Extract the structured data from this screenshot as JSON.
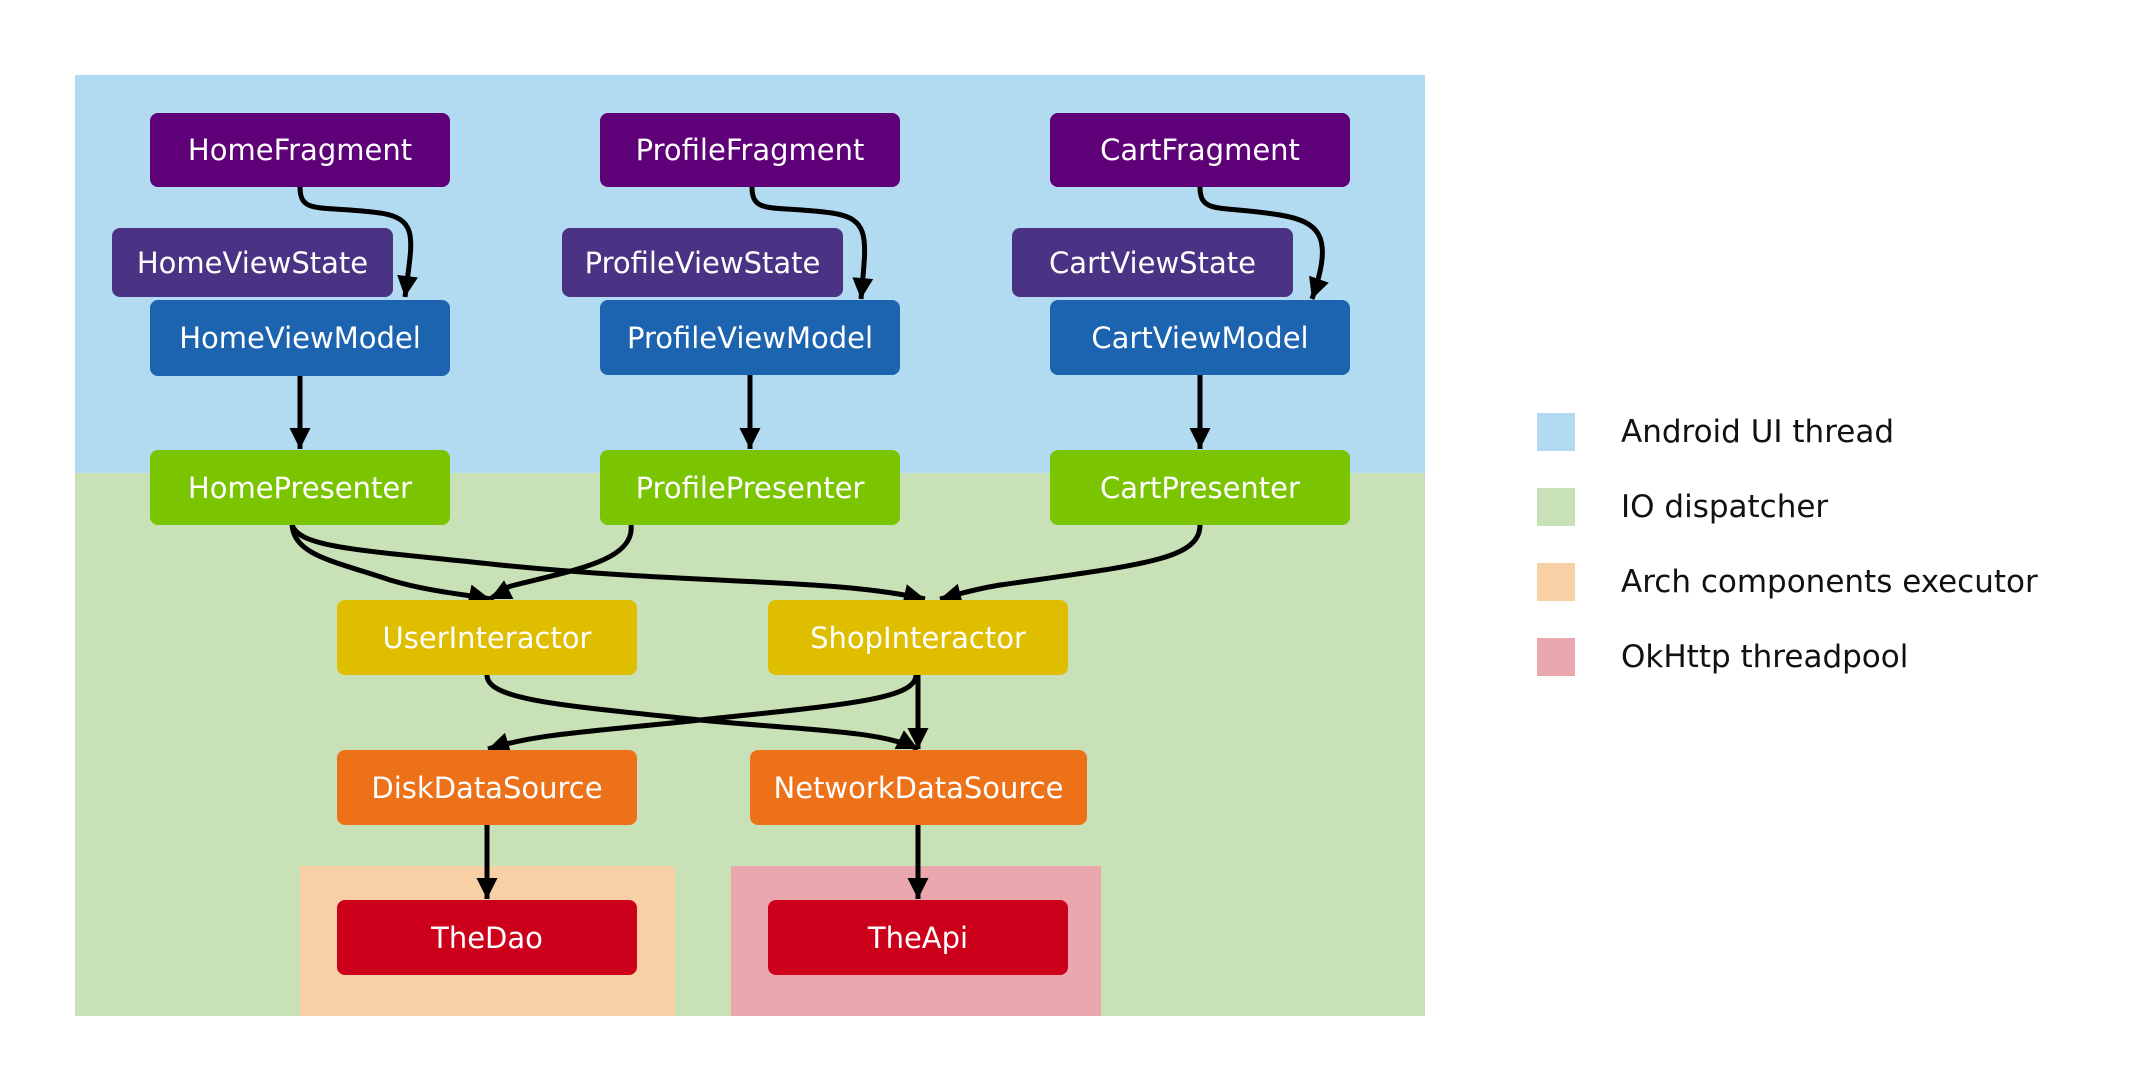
{
  "regions": {
    "ui": {
      "label": "Android UI thread",
      "color": "#b2dbf1"
    },
    "io": {
      "label": "IO dispatcher",
      "color": "#c9e1b6"
    },
    "arch": {
      "label": "Arch components executor",
      "color": "#f7d0a6"
    },
    "okhttp": {
      "label": "OkHttp threadpool",
      "color": "#eaa8ae"
    }
  },
  "nodes": {
    "home_fragment": "HomeFragment",
    "profile_fragment": "ProfileFragment",
    "cart_fragment": "CartFragment",
    "home_view_state": "HomeViewState",
    "profile_view_state": "ProfileViewState",
    "cart_view_state": "CartViewState",
    "home_view_model": "HomeViewModel",
    "profile_view_model": "ProfileViewModel",
    "cart_view_model": "CartViewModel",
    "home_presenter": "HomePresenter",
    "profile_presenter": "ProfilePresenter",
    "cart_presenter": "CartPresenter",
    "user_interactor": "UserInteractor",
    "shop_interactor": "ShopInteractor",
    "disk_data_source": "DiskDataSource",
    "network_data_source": "NetworkDataSource",
    "the_dao": "TheDao",
    "the_api": "TheApi"
  },
  "edges": [
    {
      "from": "HomeFragment",
      "to": "HomeViewModel"
    },
    {
      "from": "ProfileFragment",
      "to": "ProfileViewModel"
    },
    {
      "from": "CartFragment",
      "to": "CartViewModel"
    },
    {
      "from": "HomeViewModel",
      "to": "HomePresenter"
    },
    {
      "from": "ProfileViewModel",
      "to": "ProfilePresenter"
    },
    {
      "from": "CartViewModel",
      "to": "CartPresenter"
    },
    {
      "from": "HomePresenter",
      "to": "UserInteractor"
    },
    {
      "from": "HomePresenter",
      "to": "ShopInteractor"
    },
    {
      "from": "ProfilePresenter",
      "to": "UserInteractor"
    },
    {
      "from": "CartPresenter",
      "to": "ShopInteractor"
    },
    {
      "from": "UserInteractor",
      "to": "NetworkDataSource"
    },
    {
      "from": "ShopInteractor",
      "to": "DiskDataSource"
    },
    {
      "from": "ShopInteractor",
      "to": "NetworkDataSource"
    },
    {
      "from": "DiskDataSource",
      "to": "TheDao"
    },
    {
      "from": "NetworkDataSource",
      "to": "TheApi"
    }
  ],
  "legend": [
    {
      "label": "Android UI thread",
      "color": "#b2dbf1"
    },
    {
      "label": "IO dispatcher",
      "color": "#c9e1b6"
    },
    {
      "label": "Arch components executor",
      "color": "#f7d0a6"
    },
    {
      "label": "OkHttp threadpool",
      "color": "#eaa8ae"
    }
  ]
}
